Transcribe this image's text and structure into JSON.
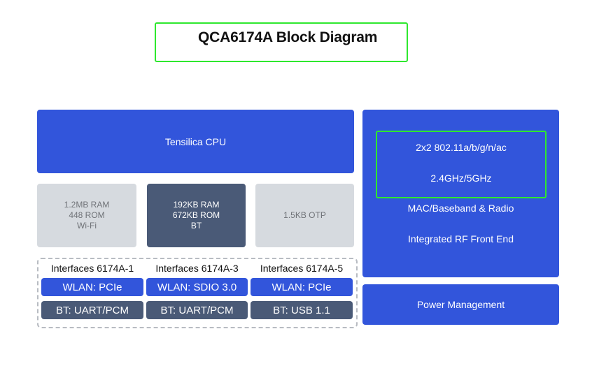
{
  "title": "QCA6174A Block Diagram",
  "colors": {
    "primary_blue": "#3255db",
    "slate": "#4a5a77",
    "light_gray": "#d6dadf",
    "highlight_green": "#2ee82e"
  },
  "cpu": {
    "label": "Tensilica CPU"
  },
  "memory": [
    {
      "lines": [
        "1.2MB RAM",
        "448 ROM",
        "Wi-Fi"
      ]
    },
    {
      "lines": [
        "192KB RAM",
        "672KB ROM",
        "BT"
      ]
    },
    {
      "lines": [
        "1.5KB OTP"
      ]
    }
  ],
  "interfaces": [
    {
      "header": "Interfaces 6174A-1",
      "wlan": "WLAN: PCIe",
      "bt": "BT: UART/PCM"
    },
    {
      "header": "Interfaces 6174A-3",
      "wlan": "WLAN: SDIO 3.0",
      "bt": "BT: UART/PCM"
    },
    {
      "header": "Interfaces 6174A-5",
      "wlan": "WLAN: PCIe",
      "bt": "BT: USB 1.1"
    }
  ],
  "radio": {
    "standard": "2x2 802.11a/b/g/n/ac",
    "bands": "2.4GHz/5GHz",
    "mac": "MAC/Baseband & Radio",
    "rf": "Integrated RF Front End"
  },
  "power": {
    "label": "Power Management"
  }
}
